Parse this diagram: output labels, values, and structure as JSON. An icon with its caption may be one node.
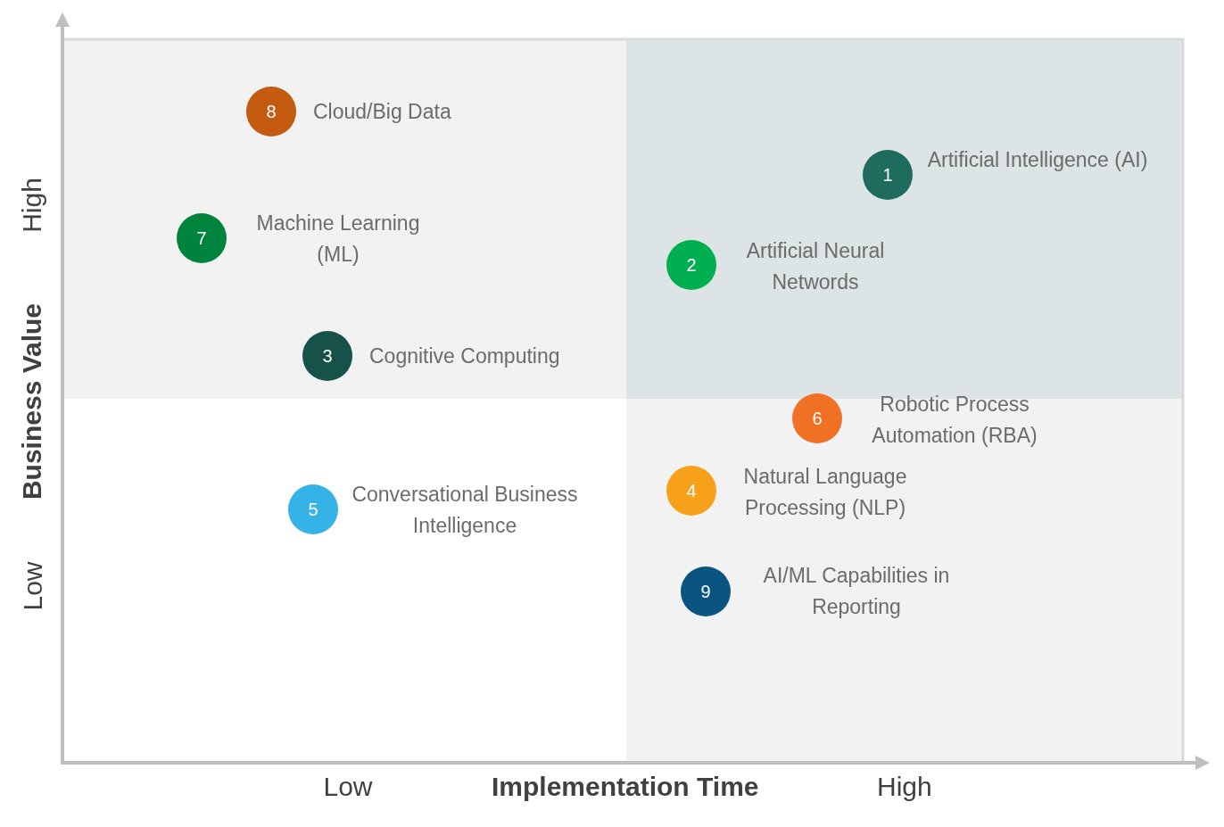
{
  "diagram": {
    "nodes": [
      {
        "text": [
          "8"
        ],
        "beside": [
          "Cloud/Big Data"
        ]
      },
      {
        "text": [
          "1"
        ],
        "beside": [
          "Artificial Intelligence (AI)"
        ]
      },
      {
        "text": [
          "7"
        ],
        "beside": [
          "Machine Learning (ML)"
        ]
      },
      {
        "text": [
          "2"
        ],
        "beside": [
          "Artificial Neural Networds"
        ]
      },
      {
        "text": [
          "3"
        ],
        "beside": [
          "Cognitive Computing"
        ]
      },
      {
        "text": [
          "6"
        ],
        "beside": [
          "Robotic Process Automation (RBA)"
        ]
      },
      {
        "text": [
          "5"
        ],
        "beside": [
          "Conversational Business Intelligence"
        ]
      },
      {
        "text": [
          "4"
        ],
        "beside": [
          "Natural Language Processing (NLP)"
        ]
      },
      {
        "text": [
          "9"
        ],
        "beside": [
          "AI/ML Capabilities in Reporting"
        ]
      }
    ],
    "labels": [
      "High",
      "Business Value",
      "Low",
      "Low",
      "Implementation Time",
      "High"
    ]
  }
}
